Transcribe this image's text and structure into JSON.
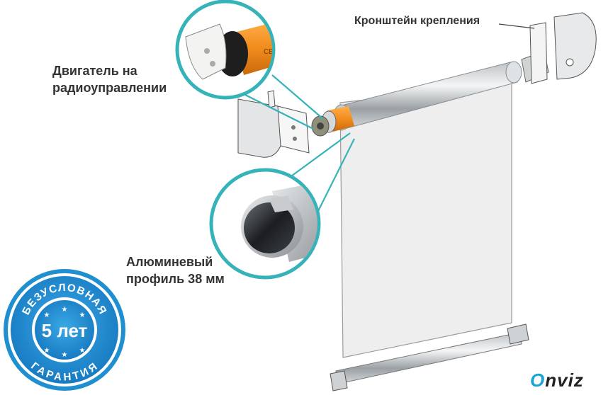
{
  "callouts": {
    "bracket": "Кронштейн крепления",
    "motor_line1": "Двигатель на",
    "motor_line2": "радиоуправлении",
    "profile_line1": "Алюминевый",
    "profile_line2": "профиль 38 мм"
  },
  "badge": {
    "top_text": "БЕЗУСЛОВНАЯ",
    "center_text": "5 лет",
    "bottom_text": "ГАРАНТИЯ",
    "color": "#1f8fd0"
  },
  "logo": {
    "first": "O",
    "rest": "nviz",
    "accent_color": "#1aa3d6"
  },
  "colors": {
    "callout_ring": "#36b3b8",
    "motor_orange": "#f28c1e",
    "fabric": "#eeeeee"
  }
}
